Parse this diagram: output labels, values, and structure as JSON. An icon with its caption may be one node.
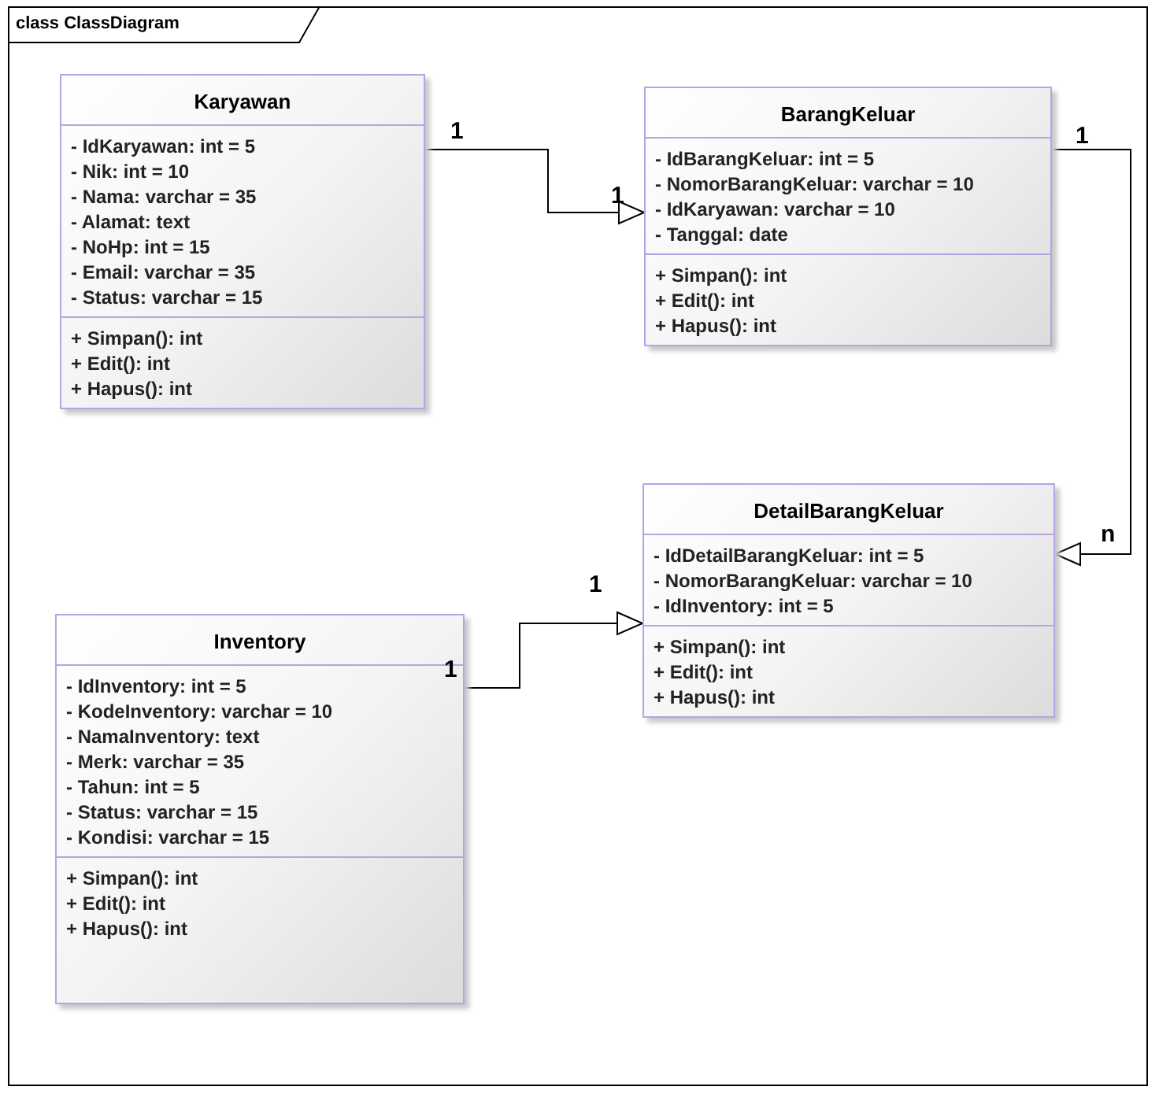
{
  "diagram": {
    "title": "class ClassDiagram",
    "nodes": [
      {
        "text": [
          "Karyawan",
          "- IdKaryawan: int = 5",
          "- Nik: int = 10",
          "- Nama: varchar = 35",
          "- Alamat: text",
          "- NoHp: int = 15",
          "- Email: varchar = 35",
          "- Status: varchar = 15",
          "+ Simpan(): int",
          "+ Edit(): int",
          "+ Hapus(): int"
        ]
      },
      {
        "text": [
          "BarangKeluar",
          "- IdBarangKeluar: int = 5",
          "- NomorBarangKeluar: varchar = 10",
          "- IdKaryawan: varchar = 10",
          "- Tanggal: date",
          "+ Simpan(): int",
          "+ Edit(): int",
          "+ Hapus(): int"
        ]
      },
      {
        "text": [
          "DetailBarangKeluar",
          "- IdDetailBarangKeluar: int = 5",
          "- NomorBarangKeluar: varchar = 10",
          "- IdInventory: int = 5",
          "+ Simpan(): int",
          "+ Edit(): int",
          "+ Hapus(): int"
        ]
      },
      {
        "text": [
          "Inventory",
          "- IdInventory: int = 5",
          "- KodeInventory: varchar = 10",
          "- NamaInventory: text",
          "- Merk: varchar = 35",
          "- Tahun: int = 5",
          "- Status: varchar = 15",
          "- Kondisi: varchar = 15",
          "+ Simpan(): int",
          "+ Edit(): int",
          "+ Hapus(): int"
        ]
      }
    ],
    "edges": [
      {
        "from": 0,
        "to": 1,
        "arrow": "to"
      },
      {
        "from": 1,
        "to": 2,
        "arrow": "to"
      },
      {
        "from": 3,
        "to": 2,
        "arrow": "to"
      }
    ],
    "labels": [
      "1",
      "1",
      "1",
      "n",
      "1",
      "1"
    ]
  }
}
